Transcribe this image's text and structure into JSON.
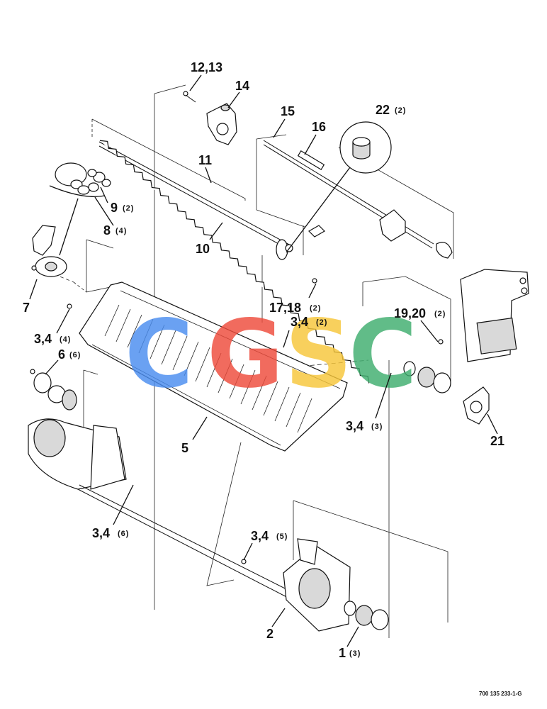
{
  "callouts": {
    "c12_13": "12,13",
    "c14": "14",
    "c15": "15",
    "c16": "16",
    "c22": "22",
    "c22_qty": "(2)",
    "c11": "11",
    "c9": "9",
    "c9_qty": "(2)",
    "c8": "8",
    "c8_qty": "(4)",
    "c10": "10",
    "c7": "7",
    "c17_18": "17,18",
    "c17_18_qty": "(2)",
    "c3_4_a": "3,4",
    "c3_4_a_qty": "(4)",
    "c3_4_b": "3,4",
    "c3_4_b_qty": "(2)",
    "c19_20": "19,20",
    "c19_20_qty": "(2)",
    "c6": "6",
    "c6_qty": "(6)",
    "c3_4_c": "3,4",
    "c3_4_c_qty": "(3)",
    "c21": "21",
    "c5": "5",
    "c3_4_d": "3,4",
    "c3_4_d_qty": "(6)",
    "c3_4_e": "3,4",
    "c3_4_e_qty": "(5)",
    "c2": "2",
    "c1": "1",
    "c1_qty": "(3)"
  },
  "watermark": {
    "letters": [
      "C",
      "G",
      "S",
      "C"
    ],
    "colors": [
      "#4a8df0",
      "#ee4b3b",
      "#f7c63a",
      "#3fae6e"
    ]
  },
  "figure_id": "700 135 233-1-G"
}
